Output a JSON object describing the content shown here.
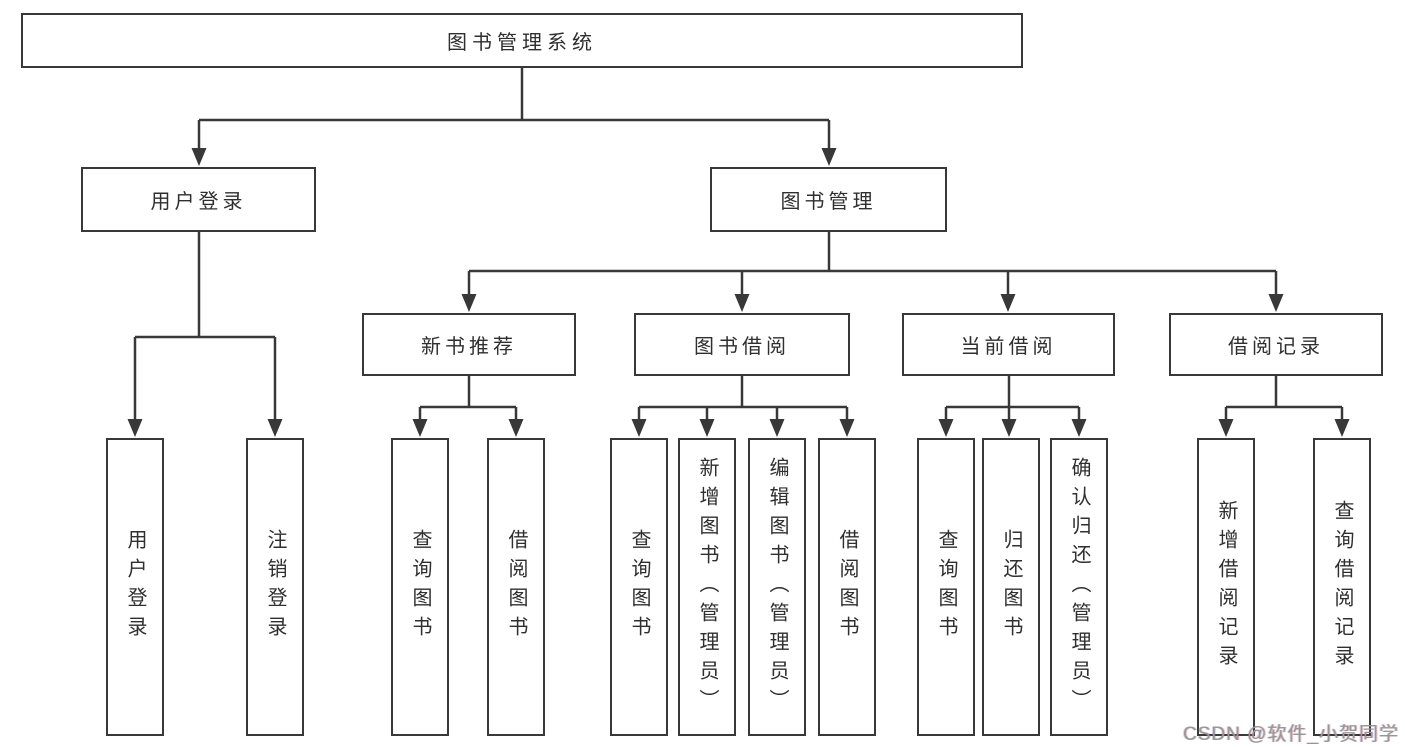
{
  "tree": {
    "root": {
      "label": "图书管理系统",
      "children": [
        {
          "label": "用户登录",
          "children": [
            {
              "label": "用户登录"
            },
            {
              "label": "注销登录"
            }
          ]
        },
        {
          "label": "图书管理",
          "children": [
            {
              "label": "新书推荐",
              "children": [
                {
                  "label": "查询图书"
                },
                {
                  "label": "借阅图书"
                }
              ]
            },
            {
              "label": "图书借阅",
              "children": [
                {
                  "label": "查询图书"
                },
                {
                  "label": "新增图书（管理员）"
                },
                {
                  "label": "编辑图书（管理员）"
                },
                {
                  "label": "借阅图书"
                }
              ]
            },
            {
              "label": "当前借阅",
              "children": [
                {
                  "label": "查询图书"
                },
                {
                  "label": "归还图书"
                },
                {
                  "label": "确认归还（管理员）"
                }
              ]
            },
            {
              "label": "借阅记录",
              "children": [
                {
                  "label": "新增借阅记录"
                },
                {
                  "label": "查询借阅记录"
                }
              ]
            }
          ]
        }
      ]
    }
  },
  "watermark": {
    "text": "CSDN @软件_小贺同学"
  },
  "colors": {
    "line": "#383838",
    "text": "#2f2f2f",
    "watermark": "#979797",
    "background": "#ffffff"
  }
}
